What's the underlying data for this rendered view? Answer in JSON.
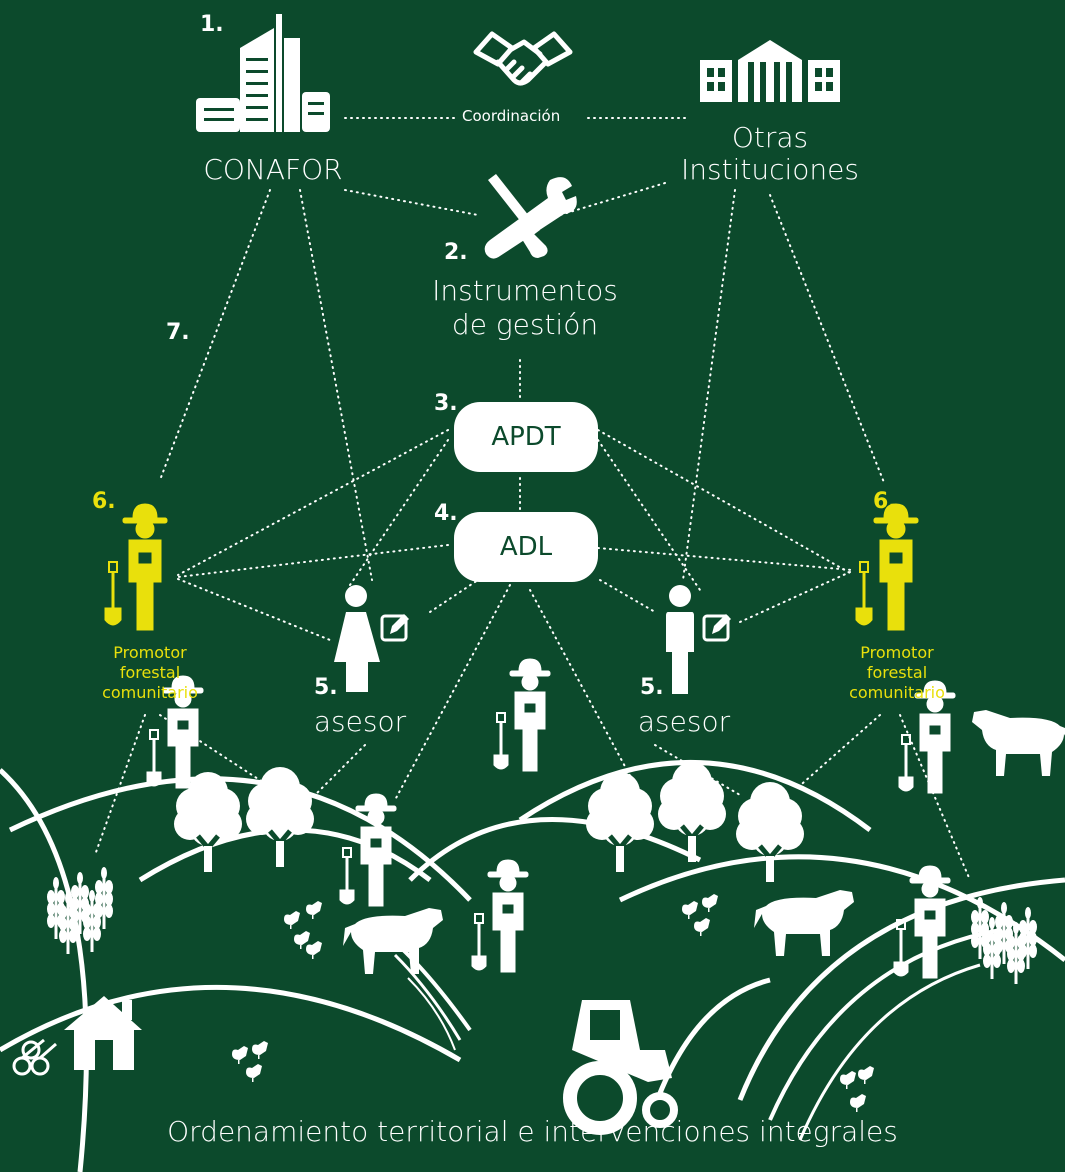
{
  "nodes": {
    "conafor": {
      "number": "1.",
      "label": "CONAFOR"
    },
    "otras": {
      "label_line1": "Otras",
      "label_line2": "Instituciones"
    },
    "coordinacion": "Coordinación",
    "instrumentos": {
      "number": "2.",
      "label_line1": "Instrumentos",
      "label_line2": "de gestión"
    },
    "apdt": {
      "number": "3.",
      "label": "APDT"
    },
    "adl": {
      "number": "4.",
      "label": "ADL"
    },
    "asesor_left": {
      "number": "5.",
      "label": "asesor"
    },
    "asesor_right": {
      "number": "5.",
      "label": "asesor"
    },
    "promotor_left": {
      "number": "6.",
      "line1": "Promotor",
      "line2": "forestal",
      "line3": "comunitario"
    },
    "promotor_right": {
      "number": "6.",
      "line1": "Promotor",
      "line2": "forestal",
      "line3": "comunitario"
    },
    "link7": "7."
  },
  "footer": "Ordenamiento territorial e intervenciones integrales",
  "colors": {
    "background": "#0c4a2c",
    "accent": "#e9e00c",
    "foreground": "#ffffff"
  },
  "icons": [
    "building-icon",
    "handshake-icon",
    "institution-icon",
    "tools-icon",
    "farmer-icon",
    "advisor-icon",
    "tree-icon",
    "house-icon",
    "cow-icon",
    "tractor-icon",
    "wheat-icon",
    "chicken-icon",
    "logs-icon"
  ]
}
